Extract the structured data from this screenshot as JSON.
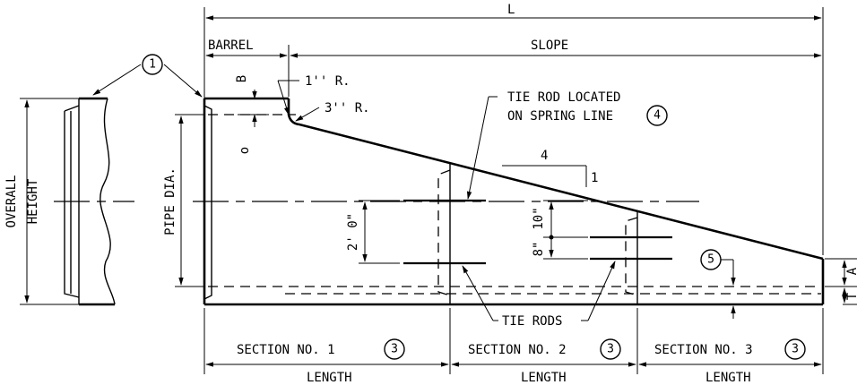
{
  "labels": {
    "length_total": "L",
    "barrel": "BARREL",
    "slope": "SLOPE",
    "b": "B",
    "r1": "1'' R.",
    "r3": "3'' R.",
    "o": "o",
    "tie_rod_line1": "TIE ROD LOCATED",
    "tie_rod_line2": "ON SPRING LINE",
    "overall_line1": "OVERALL",
    "overall_line2": "HEIGHT",
    "pipe_dia": "PIPE DIA.",
    "slope_run": "4",
    "slope_rise": "1",
    "dim_2ft": "2' 0\"",
    "dim_8in": "8\"",
    "dim_10in": "10\"",
    "a": "A",
    "t": "T",
    "tie_rods": "TIE RODS",
    "section1": "SECTION NO. 1",
    "section2": "SECTION NO. 2",
    "section3": "SECTION NO. 3",
    "length": "LENGTH"
  },
  "callouts": {
    "note1": "1",
    "note3": "3",
    "note4": "4",
    "note5": "5"
  }
}
